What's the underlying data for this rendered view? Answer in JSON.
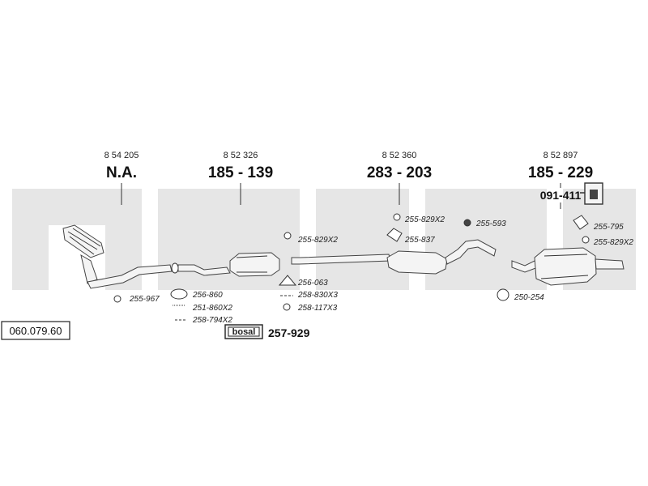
{
  "catalog_number": "060.079.60",
  "watermark_color": "#e6e6e6",
  "groups": [
    {
      "ref": "8 54 205",
      "part": "N.A."
    },
    {
      "ref": "8 52 326",
      "part": "185 - 139"
    },
    {
      "ref": "8 52 360",
      "part": "283 - 203"
    },
    {
      "ref": "8 52 897",
      "part": "185 - 229"
    }
  ],
  "extra_part": "091-411",
  "fittings": {
    "f1": "255-967",
    "f2": "256-860",
    "f3": "251-860X2",
    "f4": "258-794X2",
    "f5": "255-829X2",
    "f6": "256-063",
    "f7": "258-830X3",
    "f8": "258-117X3",
    "f9": "255-829X2",
    "f10": "255-837",
    "f11": "255-593",
    "f12": "250-254",
    "f13": "255-795",
    "f14": "255-829X2"
  },
  "kit": {
    "logo": "bosal",
    "part": "257-929"
  }
}
